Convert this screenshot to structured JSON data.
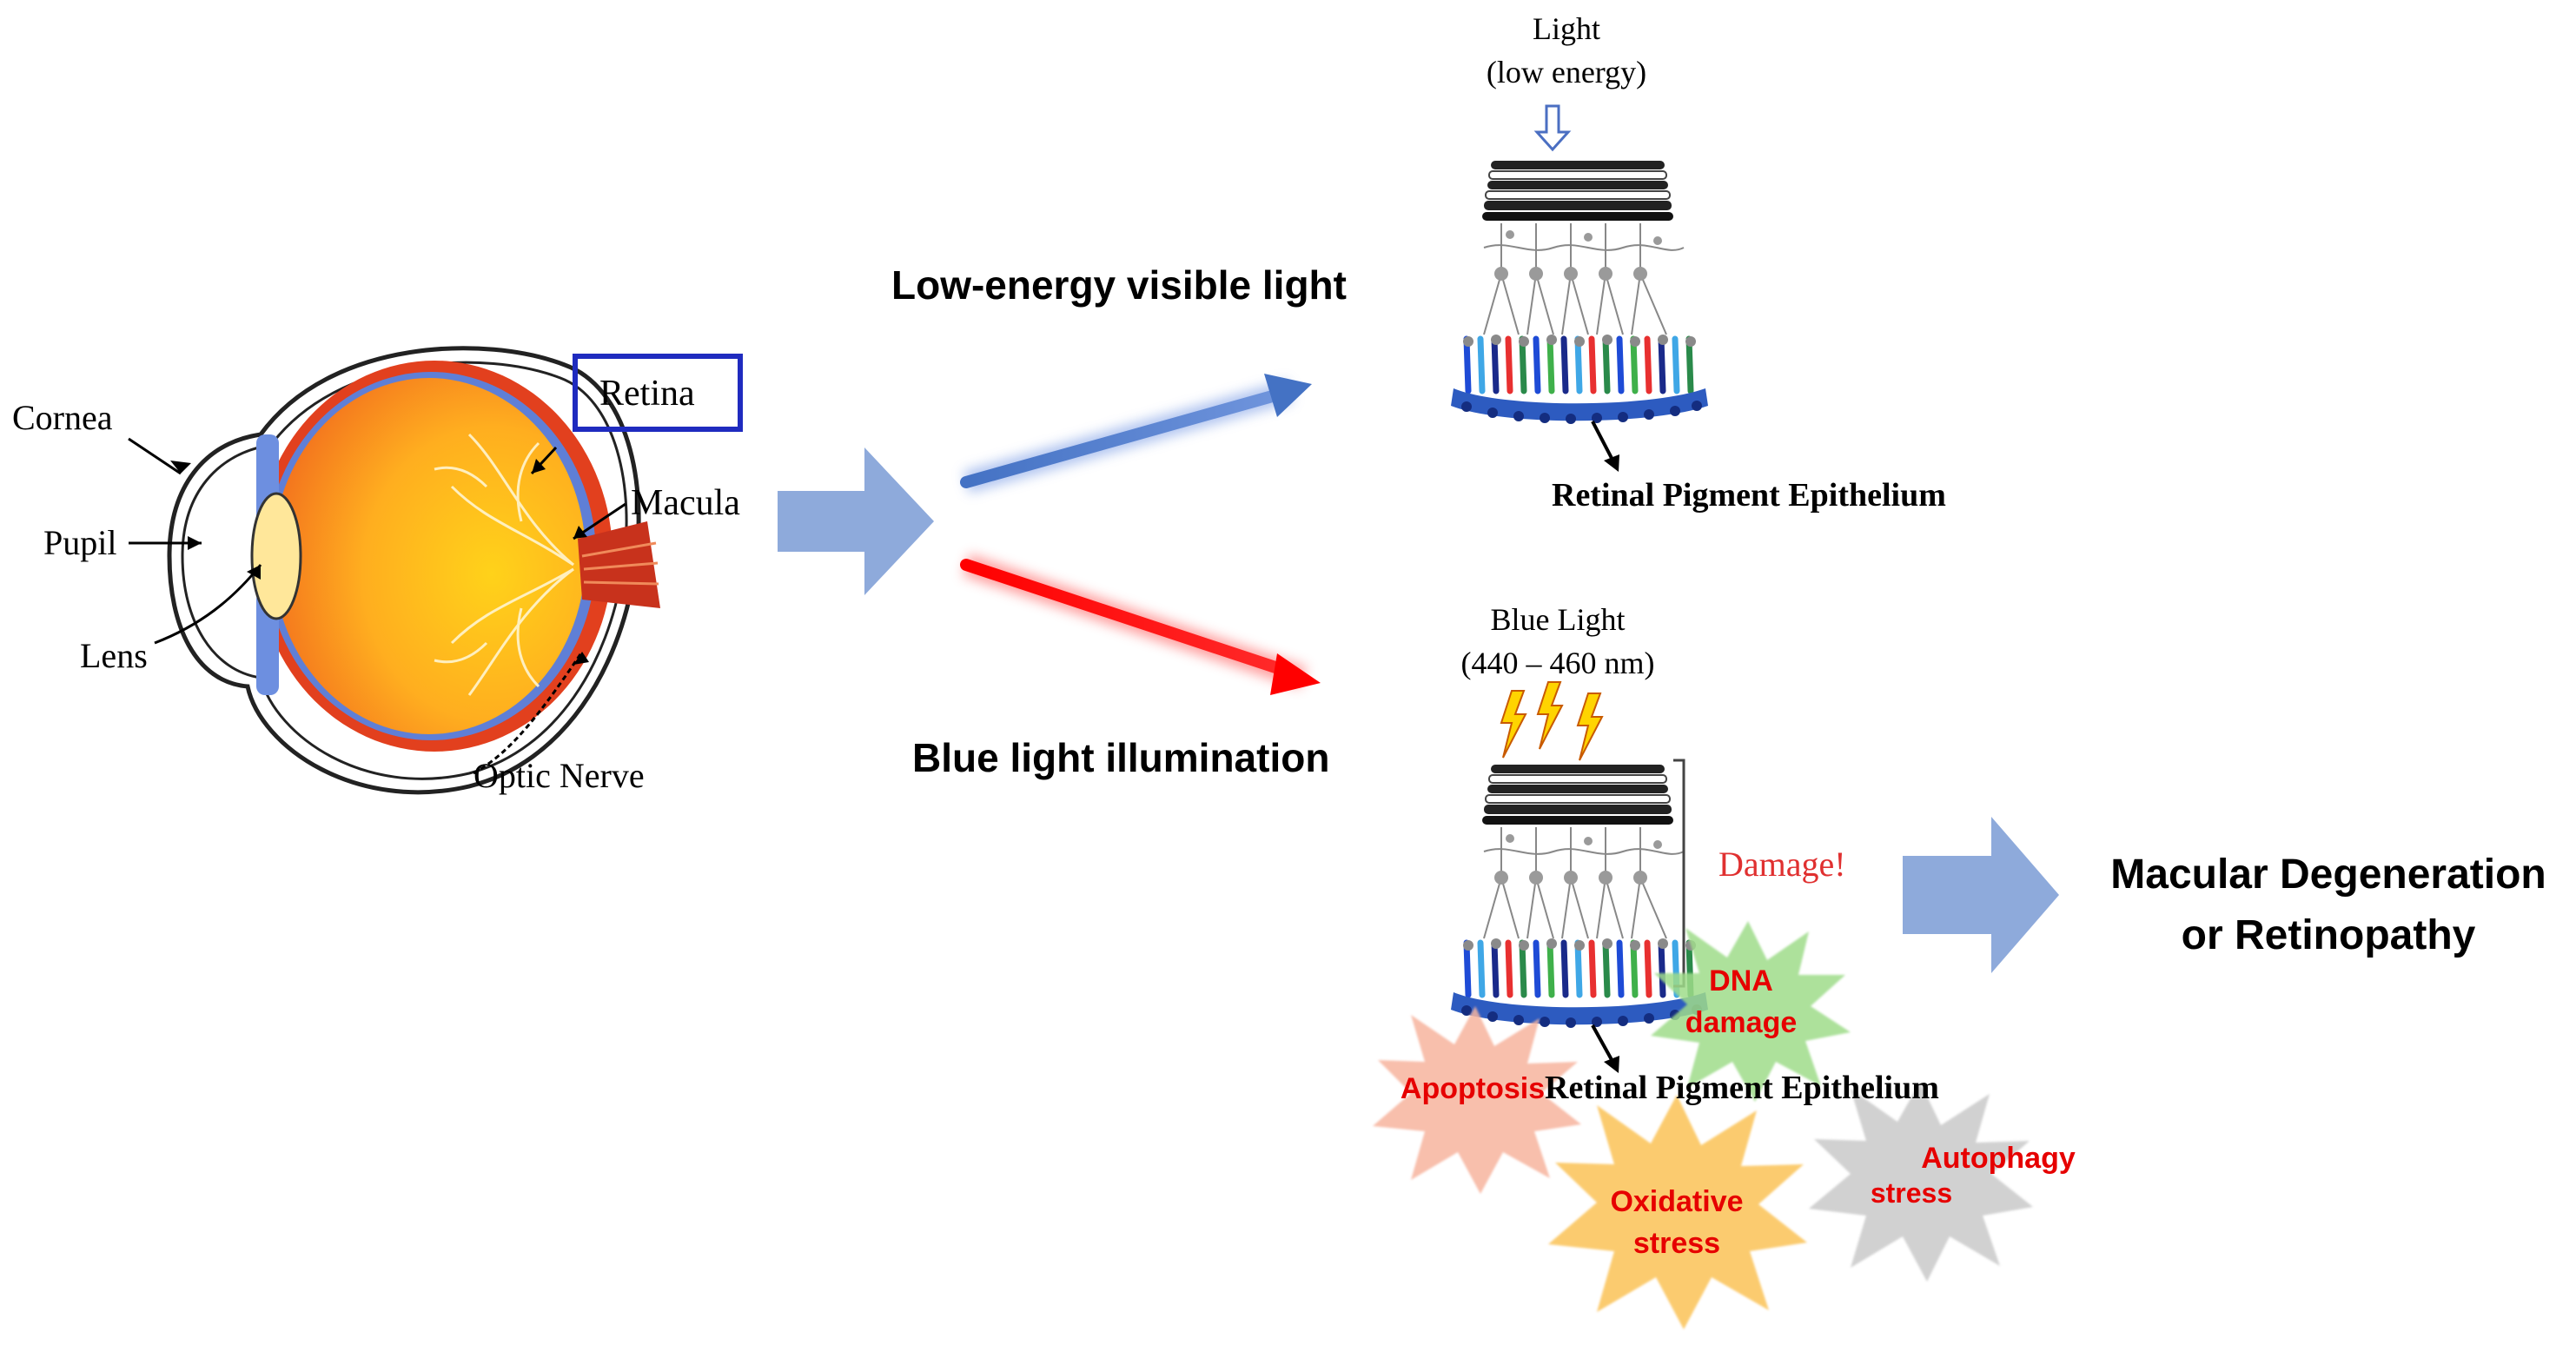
{
  "eye": {
    "labels": {
      "cornea": "Cornea",
      "pupil": "Pupil",
      "lens": "Lens",
      "retina": "Retina",
      "macula": "Macula",
      "optic_nerve": "Optic Nerve"
    }
  },
  "paths": {
    "low_energy": "Low-energy visible light",
    "blue_light": "Blue light illumination"
  },
  "top_panel": {
    "light_line1": "Light",
    "light_line2": "(low energy)",
    "rpe": "Retinal Pigment Epithelium"
  },
  "bottom_panel": {
    "light_line1": "Blue Light",
    "light_line2": "(440 – 460 nm)",
    "damage": "Damage!",
    "rpe": "Retinal Pigment Epithelium"
  },
  "stress": {
    "dna_line1": "DNA",
    "dna_line2": "damage",
    "apoptosis": "Apoptosis",
    "oxidative_line1": "Oxidative",
    "oxidative_line2": "stress",
    "autophagy_line1": "Autophagy",
    "autophagy_line2": "stress"
  },
  "outcome": {
    "line1": "Macular Degeneration",
    "line2": "or Retinopathy"
  },
  "colors": {
    "big_arrow": "#8eaadb",
    "blue_arrow": "#4472c4",
    "red_arrow": "#ff0000",
    "retina_box": "#1f2bbf",
    "damage_text": "#e03030",
    "stress_text": "#e60000"
  }
}
